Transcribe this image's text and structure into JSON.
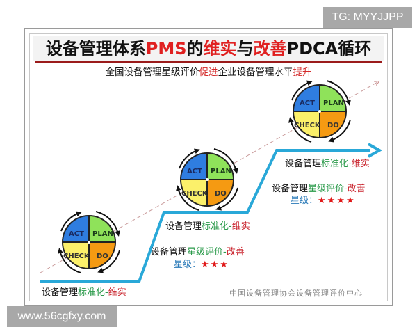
{
  "watermarks": {
    "top_right": "TG: MYYJJPP",
    "bottom_left": "www.56cgfxy.com"
  },
  "title": {
    "part1": "设备管理体系",
    "part2": "PMS",
    "part3": "的",
    "part4": "维实",
    "part5": "与",
    "part6": "改善",
    "part7": "PDCA循环"
  },
  "subtitle": {
    "part1": "全国设备管理星级评价",
    "part2": "促进",
    "part3": "企业设备管理水平",
    "part4": "提升"
  },
  "pdca": {
    "act": "ACT",
    "plan": "PLAN",
    "check": "CHECK",
    "do": "DO",
    "colors": {
      "act": "#2f7de0",
      "plan": "#8fe25a",
      "check": "#fbf06a",
      "do": "#f59a12"
    }
  },
  "levels": [
    {
      "std_prefix": "设备管理",
      "std_mid": "标准化",
      "std_dash": "-",
      "std_suffix": "维实"
    },
    {
      "std_prefix": "设备管理",
      "std_mid": "标准化",
      "std_dash": "-",
      "std_suffix": "维实",
      "eval_prefix": "设备管理",
      "eval_mid": "星级评价",
      "eval_dash": "-",
      "eval_suffix": "改善",
      "star_label": "星级：",
      "stars": "★★★"
    },
    {
      "std_prefix": "设备管理",
      "std_mid": "标准化",
      "std_dash": "-",
      "std_suffix": "维实",
      "eval_prefix": "设备管理",
      "eval_mid": "星级评价",
      "eval_dash": "-",
      "eval_suffix": "改善",
      "star_label": "星级：",
      "stars": "★★★★"
    }
  ],
  "footer": "中国设备管理协会设备管理评价中心",
  "colors": {
    "step_line": "#29a8d8",
    "title_red": "#e02020",
    "underline": "#9b1b1b"
  }
}
